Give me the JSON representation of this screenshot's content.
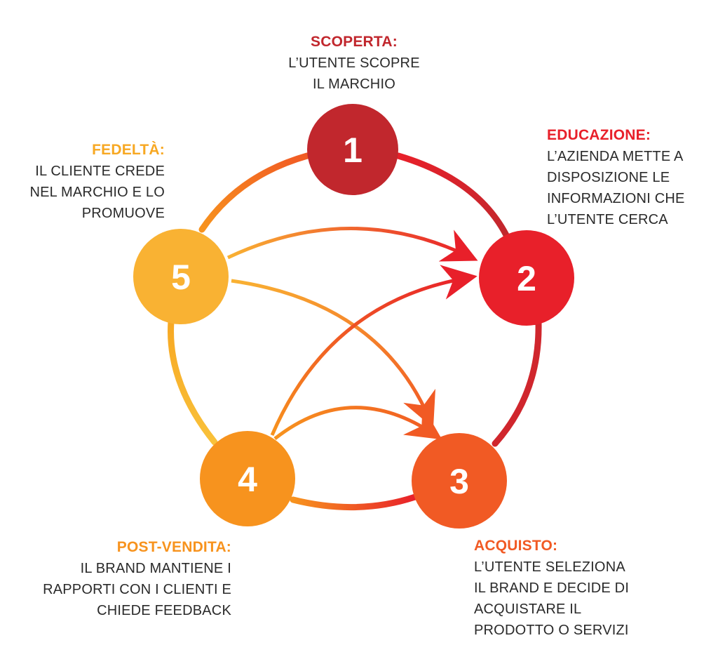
{
  "colors": {
    "step1": "#c1272d",
    "step2": "#e8202a",
    "step3": "#f15a24",
    "step4": "#f7931e",
    "step5": "#f9b233",
    "fedelta_title": "#f7a823",
    "postvendita_title": "#f7931e",
    "acquisto_title": "#f15a24",
    "educazione_title": "#e8202a",
    "scoperta_title": "#c1272d"
  },
  "steps": [
    {
      "number": "1",
      "title": "SCOPERTA:",
      "lines": [
        "L’UTENTE   SCOPRE",
        "IL MARCHIO"
      ]
    },
    {
      "number": "2",
      "title": "EDUCAZIONE:",
      "lines": [
        "L’AZIENDA METTE A",
        "DISPOSIZIONE    LE",
        "INFORMAZIONI CHE",
        "L’UTENTE CERCA"
      ]
    },
    {
      "number": "3",
      "title": "ACQUISTO:",
      "lines": [
        "L’UTENTE SELEZIONA",
        "IL BRAND E DECIDE DI",
        "ACQUISTARE IL",
        "PRODOTTO O SERVIZI"
      ]
    },
    {
      "number": "4",
      "title": "POST-VENDITA:",
      "lines": [
        "IL   BRAND   MANTIENE   I",
        "RAPPORTI CON I CLIENTI E",
        "CHIEDE FEEDBACK"
      ]
    },
    {
      "number": "5",
      "title": "FEDELTÀ:",
      "lines": [
        "IL CLIENTE CREDE",
        "NEL MARCHIO E LO",
        "PROMUOVE"
      ]
    }
  ]
}
